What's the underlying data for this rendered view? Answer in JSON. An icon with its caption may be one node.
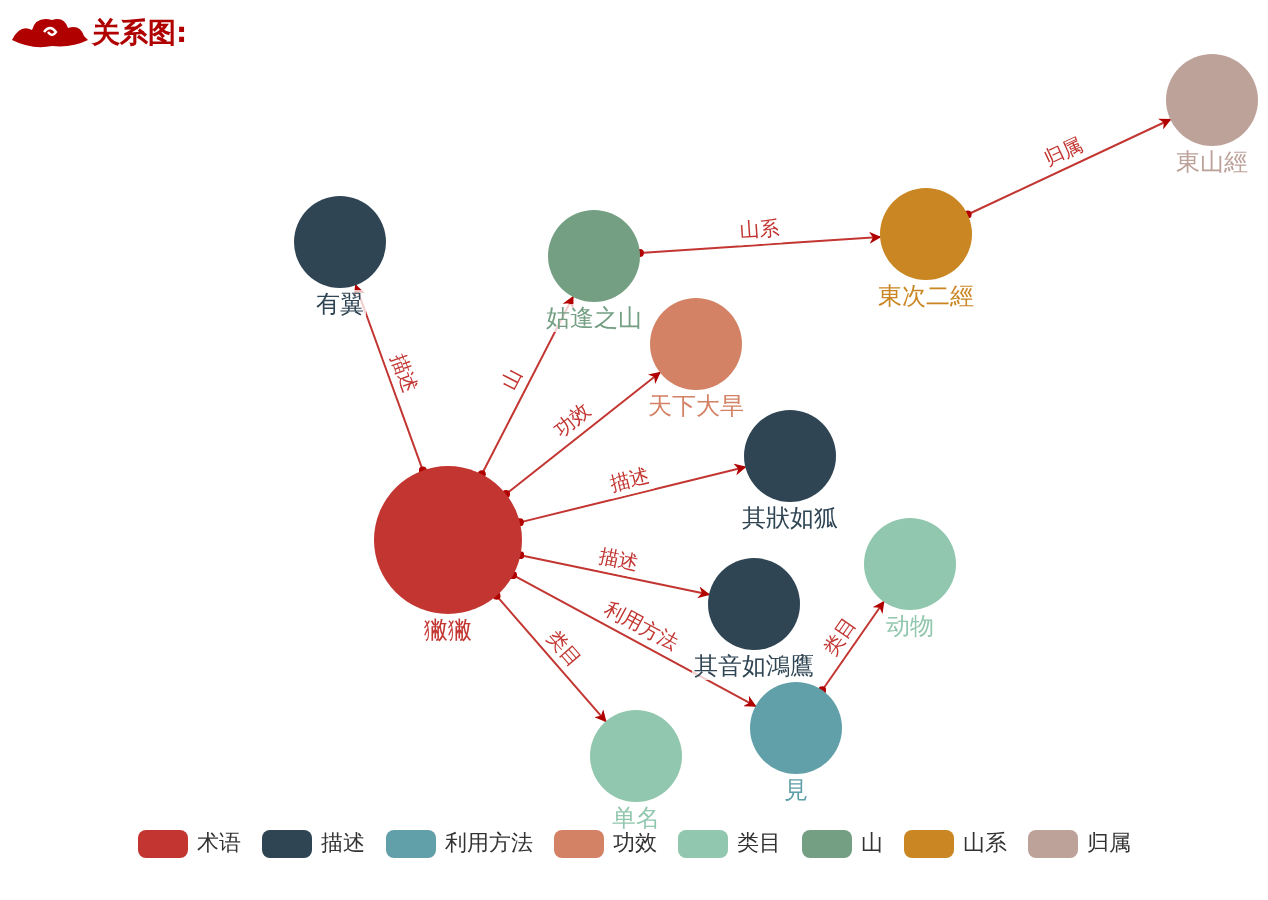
{
  "diagram": {
    "title": "关系图:",
    "nodes": [
      {
        "text": [
          "獙獙"
        ]
      },
      {
        "text": [
          "有翼"
        ]
      },
      {
        "text": [
          "姑逢之山"
        ]
      },
      {
        "text": [
          "天下大旱"
        ]
      },
      {
        "text": [
          "其狀如狐"
        ]
      },
      {
        "text": [
          "其音如鴻鷹"
        ]
      },
      {
        "text": [
          "見"
        ]
      },
      {
        "text": [
          "单名"
        ]
      },
      {
        "text": [
          "动物"
        ]
      },
      {
        "text": [
          "東次二經"
        ]
      },
      {
        "text": [
          "東山經"
        ]
      }
    ],
    "edges": [
      {
        "from": 0,
        "to": 1,
        "arrow": "to",
        "label": "描述"
      },
      {
        "from": 0,
        "to": 2,
        "arrow": "to",
        "label": "山"
      },
      {
        "from": 0,
        "to": 3,
        "arrow": "to",
        "label": "功效"
      },
      {
        "from": 0,
        "to": 4,
        "arrow": "to",
        "label": "描述"
      },
      {
        "from": 0,
        "to": 5,
        "arrow": "to",
        "label": "描述"
      },
      {
        "from": 0,
        "to": 6,
        "arrow": "to",
        "label": "利用方法"
      },
      {
        "from": 0,
        "to": 7,
        "arrow": "to",
        "label": "类目"
      },
      {
        "from": 6,
        "to": 8,
        "arrow": "to",
        "label": "类目"
      },
      {
        "from": 2,
        "to": 9,
        "arrow": "to",
        "label": "山系"
      },
      {
        "from": 9,
        "to": 10,
        "arrow": "to",
        "label": "归属"
      }
    ],
    "legend": [
      {
        "text": "术语",
        "color": "#c23531"
      },
      {
        "text": "描述",
        "color": "#2f4554"
      },
      {
        "text": "利用方法",
        "color": "#61a0a8"
      },
      {
        "text": "功效",
        "color": "#d48265"
      },
      {
        "text": "类目",
        "color": "#91c7ae"
      },
      {
        "text": "山",
        "color": "#749f83"
      },
      {
        "text": "山系",
        "color": "#ca8622"
      },
      {
        "text": "归属",
        "color": "#bda29a"
      }
    ]
  }
}
